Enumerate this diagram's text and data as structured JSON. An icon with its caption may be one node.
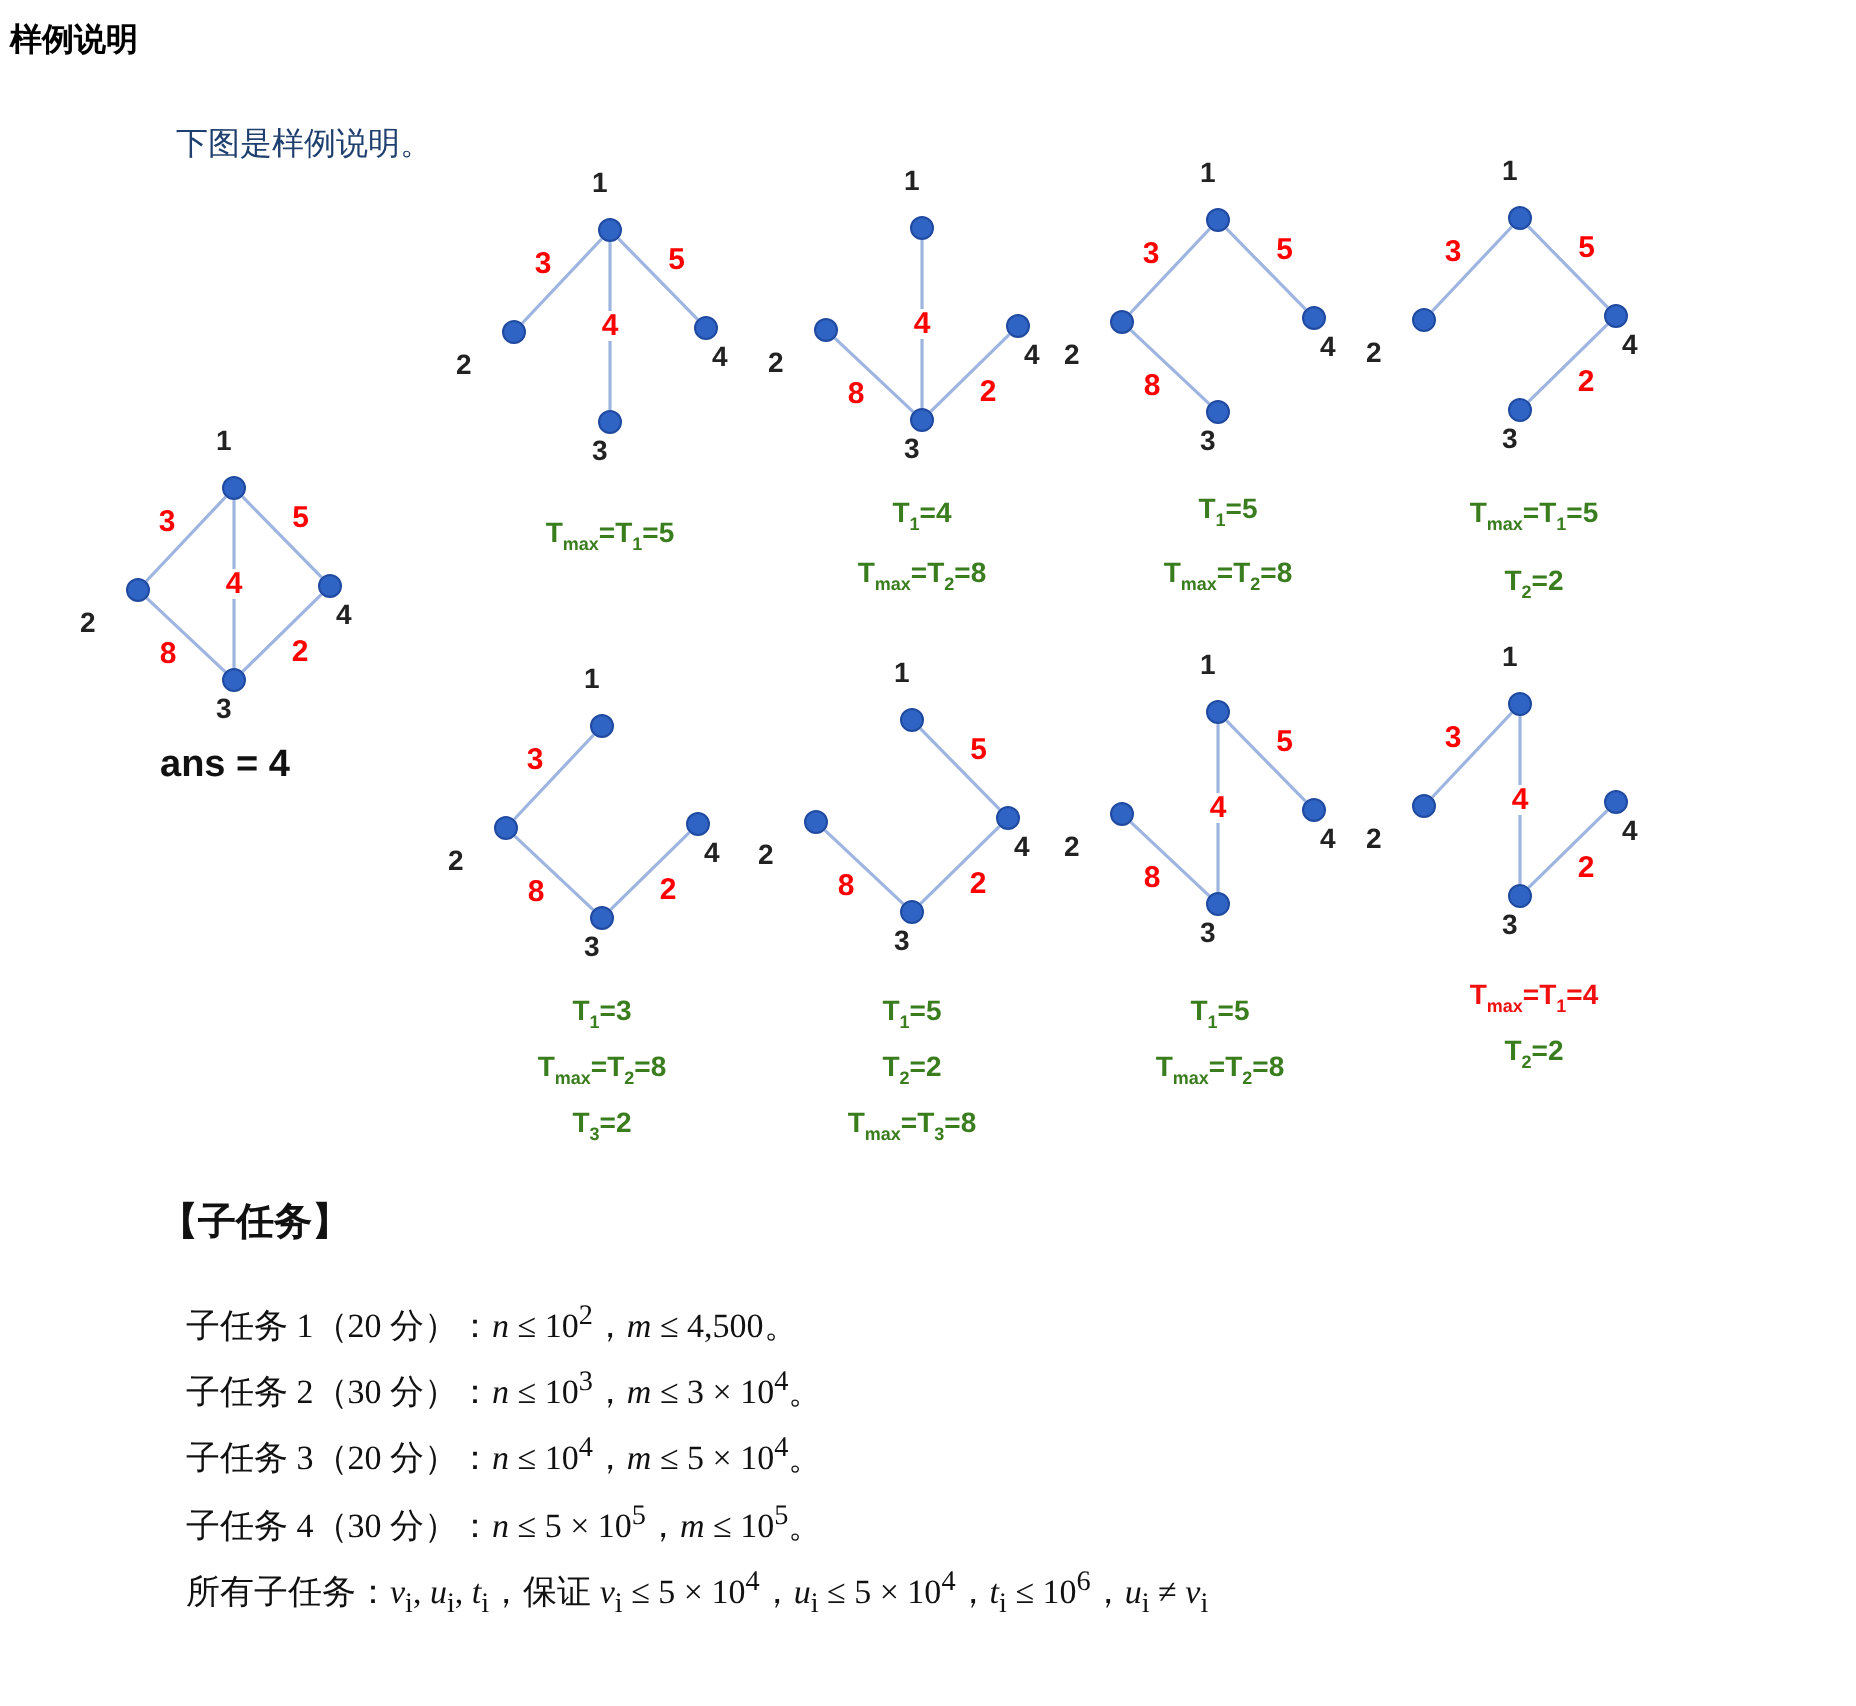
{
  "diagram": {
    "title": "样例说明",
    "nodes": [
      {
        "text": [
          "1"
        ]
      },
      {
        "text": [
          "2"
        ]
      },
      {
        "text": [
          "3"
        ]
      },
      {
        "text": [
          "4"
        ]
      },
      {
        "text": [
          "1"
        ]
      },
      {
        "text": [
          "2"
        ]
      },
      {
        "text": [
          "3"
        ]
      },
      {
        "text": [
          "4"
        ]
      },
      {
        "text": [
          "1"
        ]
      },
      {
        "text": [
          "2"
        ]
      },
      {
        "text": [
          "3"
        ]
      },
      {
        "text": [
          "4"
        ]
      },
      {
        "text": [
          "1"
        ]
      },
      {
        "text": [
          "2"
        ]
      },
      {
        "text": [
          "3"
        ]
      },
      {
        "text": [
          "4"
        ]
      },
      {
        "text": [
          "1"
        ]
      },
      {
        "text": [
          "2"
        ]
      },
      {
        "text": [
          "3"
        ]
      },
      {
        "text": [
          "4"
        ]
      },
      {
        "text": [
          "1"
        ]
      },
      {
        "text": [
          "2"
        ]
      },
      {
        "text": [
          "3"
        ]
      },
      {
        "text": [
          "4"
        ]
      },
      {
        "text": [
          "1"
        ]
      },
      {
        "text": [
          "2"
        ]
      },
      {
        "text": [
          "3"
        ]
      },
      {
        "text": [
          "4"
        ]
      },
      {
        "text": [
          "1"
        ]
      },
      {
        "text": [
          "2"
        ]
      },
      {
        "text": [
          "3"
        ]
      },
      {
        "text": [
          "4"
        ]
      },
      {
        "text": [
          "1"
        ]
      },
      {
        "text": [
          "2"
        ]
      },
      {
        "text": [
          "3"
        ]
      },
      {
        "text": [
          "4"
        ]
      }
    ],
    "edges": [
      {
        "from": 0,
        "to": 1,
        "arrow": "none",
        "label": "3"
      },
      {
        "from": 0,
        "to": 3,
        "arrow": "none",
        "label": "5"
      },
      {
        "from": 0,
        "to": 2,
        "arrow": "none",
        "label": "4"
      },
      {
        "from": 1,
        "to": 2,
        "arrow": "none",
        "label": "8"
      },
      {
        "from": 2,
        "to": 3,
        "arrow": "none",
        "label": "2"
      },
      {
        "from": 4,
        "to": 5,
        "arrow": "none",
        "label": "3"
      },
      {
        "from": 4,
        "to": 7,
        "arrow": "none",
        "label": "5"
      },
      {
        "from": 4,
        "to": 6,
        "arrow": "none",
        "label": "4"
      },
      {
        "from": 8,
        "to": 10,
        "arrow": "none",
        "label": "4"
      },
      {
        "from": 9,
        "to": 10,
        "arrow": "none",
        "label": "8"
      },
      {
        "from": 10,
        "to": 11,
        "arrow": "none",
        "label": "2"
      },
      {
        "from": 12,
        "to": 13,
        "arrow": "none",
        "label": "3"
      },
      {
        "from": 12,
        "to": 15,
        "arrow": "none",
        "label": "5"
      },
      {
        "from": 13,
        "to": 14,
        "arrow": "none",
        "label": "8"
      },
      {
        "from": 16,
        "to": 17,
        "arrow": "none",
        "label": "3"
      },
      {
        "from": 16,
        "to": 19,
        "arrow": "none",
        "label": "5"
      },
      {
        "from": 18,
        "to": 19,
        "arrow": "none",
        "label": "2"
      },
      {
        "from": 20,
        "to": 21,
        "arrow": "none",
        "label": "3"
      },
      {
        "from": 21,
        "to": 22,
        "arrow": "none",
        "label": "8"
      },
      {
        "from": 22,
        "to": 23,
        "arrow": "none",
        "label": "2"
      },
      {
        "from": 24,
        "to": 27,
        "arrow": "none",
        "label": "5"
      },
      {
        "from": 25,
        "to": 26,
        "arrow": "none",
        "label": "8"
      },
      {
        "from": 26,
        "to": 27,
        "arrow": "none",
        "label": "2"
      },
      {
        "from": 28,
        "to": 30,
        "arrow": "none",
        "label": "4"
      },
      {
        "from": 28,
        "to": 31,
        "arrow": "none",
        "label": "5"
      },
      {
        "from": 29,
        "to": 30,
        "arrow": "none",
        "label": "8"
      },
      {
        "from": 32,
        "to": 33,
        "arrow": "none",
        "label": "3"
      },
      {
        "from": 32,
        "to": 34,
        "arrow": "none",
        "label": "4"
      },
      {
        "from": 34,
        "to": 35,
        "arrow": "none",
        "label": "2"
      }
    ],
    "labels": [
      "下图是样例说明。",
      "T$_{max}$=T$_{1}$=5",
      "T$_{1}$=4",
      "T$_{max}$=T$_{2}$=8",
      "T$_{1}$=5",
      "T$_{max}$=T$_{2}$=8",
      "T$_{max}$=T$_{1}$=5",
      "T$_{2}$=2",
      "ans = 4",
      "T$_{1}$=3",
      "T$_{max}$=T$_{2}$=8",
      "T$_{3}$=2",
      "T$_{1}$=5",
      "T$_{2}$=2",
      "T$_{max}$=T$_{3}$=8",
      "T$_{1}$=5",
      "T$_{max}$=T$_{2}$=8",
      "T$_{max}$=T$_{1}$=4",
      "T$_{2}$=2",
      "【子任务】",
      "子任务 1（20 分）：*n* ≤ 10$^{2}$，*m* ≤ 4,500。",
      "子任务 2（30 分）：*n* ≤ 10$^{3}$，*m* ≤ 3 × 10$^{4}$。",
      "子任务 3（20 分）：*n* ≤ 10$^{4}$，*m* ≤ 5 × 10$^{4}$。",
      "子任务 4（30 分）：*n* ≤ 5 × 10$^{5}$，*m* ≤ 10$^{5}$。",
      "所有子任务：*v*$_{i}$, *u*$_{i}$, *t*$_{i}$，保证 *v*$_{i}$ ≤ 5 × 10$^{4}$，*u*$_{i}$ ≤ 5 × 10$^{4}$，*t*$_{i}$ ≤ 10$^{6}$，*u*$_{i}$ ≠ *v*$_{i}$"
    ]
  }
}
